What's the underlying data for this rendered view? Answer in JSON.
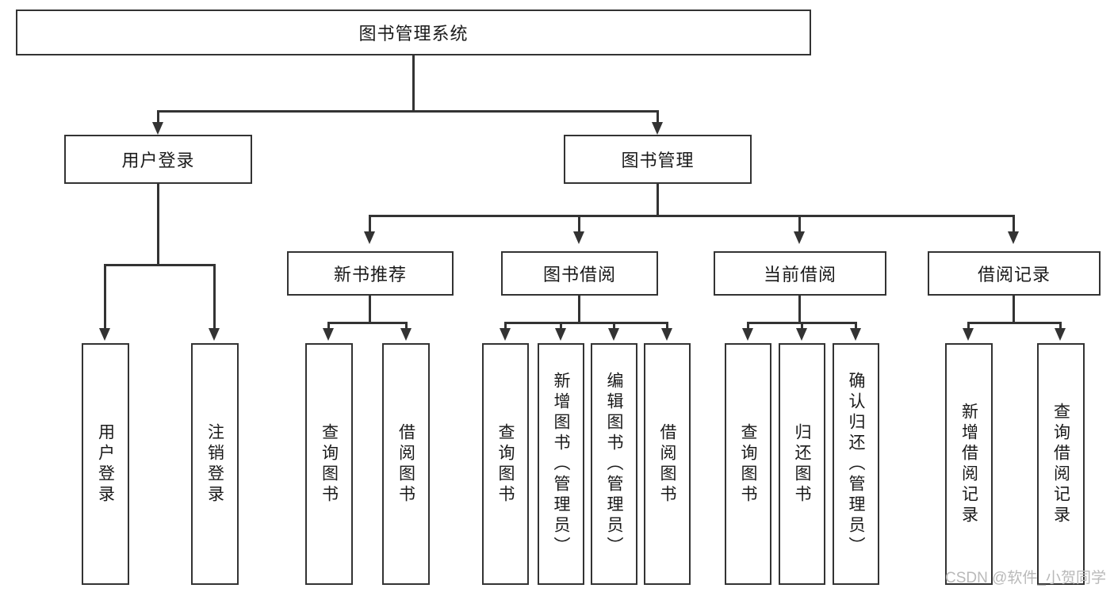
{
  "diagram": {
    "title": "图书管理系统",
    "type": "功能结构图",
    "root": {
      "id": "root",
      "label": "图书管理系统"
    },
    "level2": [
      {
        "id": "user-login",
        "label": "用户登录"
      },
      {
        "id": "book-manage",
        "label": "图书管理"
      }
    ],
    "level3": [
      {
        "id": "new-book-recommend",
        "label": "新书推荐",
        "parent": "book-manage"
      },
      {
        "id": "book-borrow",
        "label": "图书借阅",
        "parent": "book-manage"
      },
      {
        "id": "current-borrow",
        "label": "当前借阅",
        "parent": "book-manage"
      },
      {
        "id": "borrow-record",
        "label": "借阅记录",
        "parent": "book-manage"
      }
    ],
    "leaves": [
      {
        "id": "leaf-user-login",
        "label": "用户登录",
        "parent": "user-login"
      },
      {
        "id": "leaf-logout",
        "label": "注销登录",
        "parent": "user-login"
      },
      {
        "id": "leaf-query-book-1",
        "label": "查询图书",
        "parent": "new-book-recommend"
      },
      {
        "id": "leaf-borrow-book-1",
        "label": "借阅图书",
        "parent": "new-book-recommend"
      },
      {
        "id": "leaf-query-book-2",
        "label": "查询图书",
        "parent": "book-borrow"
      },
      {
        "id": "leaf-add-book",
        "label": "新增图书（管理员）",
        "parent": "book-borrow"
      },
      {
        "id": "leaf-edit-book",
        "label": "编辑图书（管理员）",
        "parent": "book-borrow"
      },
      {
        "id": "leaf-borrow-book-2",
        "label": "借阅图书",
        "parent": "book-borrow"
      },
      {
        "id": "leaf-query-book-3",
        "label": "查询图书",
        "parent": "current-borrow"
      },
      {
        "id": "leaf-return-book",
        "label": "归还图书",
        "parent": "current-borrow"
      },
      {
        "id": "leaf-confirm-return",
        "label": "确认归还（管理员）",
        "parent": "current-borrow"
      },
      {
        "id": "leaf-add-record",
        "label": "新增借阅记录",
        "parent": "borrow-record"
      },
      {
        "id": "leaf-query-record",
        "label": "查询借阅记录",
        "parent": "borrow-record"
      }
    ],
    "watermark": "CSDN @软件_小贺同学",
    "colors": {
      "stroke": "#333333",
      "background": "#ffffff",
      "text": "#1a1a1a",
      "watermark": "#b9b9b9"
    }
  }
}
